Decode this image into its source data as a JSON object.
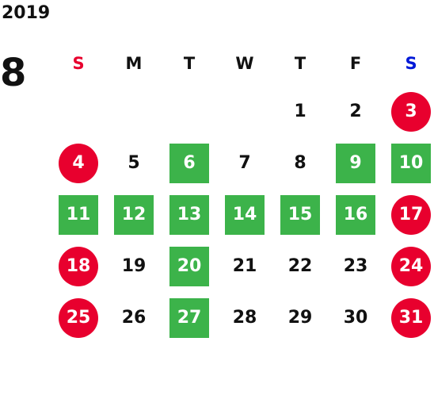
{
  "year": "2019",
  "month": "8",
  "colors": {
    "holiday": "#e8002e",
    "business": "#3cb34a",
    "sunday_label": "#e8002e",
    "saturday_label": "#0019d8",
    "text": "#111111"
  },
  "weekdays": [
    "S",
    "M",
    "T",
    "W",
    "T",
    "F",
    "S"
  ],
  "weeks": [
    [
      {
        "day": "",
        "type": "empty"
      },
      {
        "day": "",
        "type": "empty"
      },
      {
        "day": "",
        "type": "empty"
      },
      {
        "day": "",
        "type": "empty"
      },
      {
        "day": "1",
        "type": "plain"
      },
      {
        "day": "2",
        "type": "plain"
      },
      {
        "day": "3",
        "type": "holiday"
      }
    ],
    [
      {
        "day": "4",
        "type": "holiday"
      },
      {
        "day": "5",
        "type": "plain"
      },
      {
        "day": "6",
        "type": "business"
      },
      {
        "day": "7",
        "type": "plain"
      },
      {
        "day": "8",
        "type": "plain"
      },
      {
        "day": "9",
        "type": "business"
      },
      {
        "day": "10",
        "type": "business"
      }
    ],
    [
      {
        "day": "11",
        "type": "business"
      },
      {
        "day": "12",
        "type": "business"
      },
      {
        "day": "13",
        "type": "business"
      },
      {
        "day": "14",
        "type": "business"
      },
      {
        "day": "15",
        "type": "business"
      },
      {
        "day": "16",
        "type": "business"
      },
      {
        "day": "17",
        "type": "holiday"
      }
    ],
    [
      {
        "day": "18",
        "type": "holiday"
      },
      {
        "day": "19",
        "type": "plain"
      },
      {
        "day": "20",
        "type": "business"
      },
      {
        "day": "21",
        "type": "plain"
      },
      {
        "day": "22",
        "type": "plain"
      },
      {
        "day": "23",
        "type": "plain"
      },
      {
        "day": "24",
        "type": "holiday"
      }
    ],
    [
      {
        "day": "25",
        "type": "holiday"
      },
      {
        "day": "26",
        "type": "plain"
      },
      {
        "day": "27",
        "type": "business"
      },
      {
        "day": "28",
        "type": "plain"
      },
      {
        "day": "29",
        "type": "plain"
      },
      {
        "day": "30",
        "type": "plain"
      },
      {
        "day": "31",
        "type": "holiday"
      }
    ]
  ]
}
